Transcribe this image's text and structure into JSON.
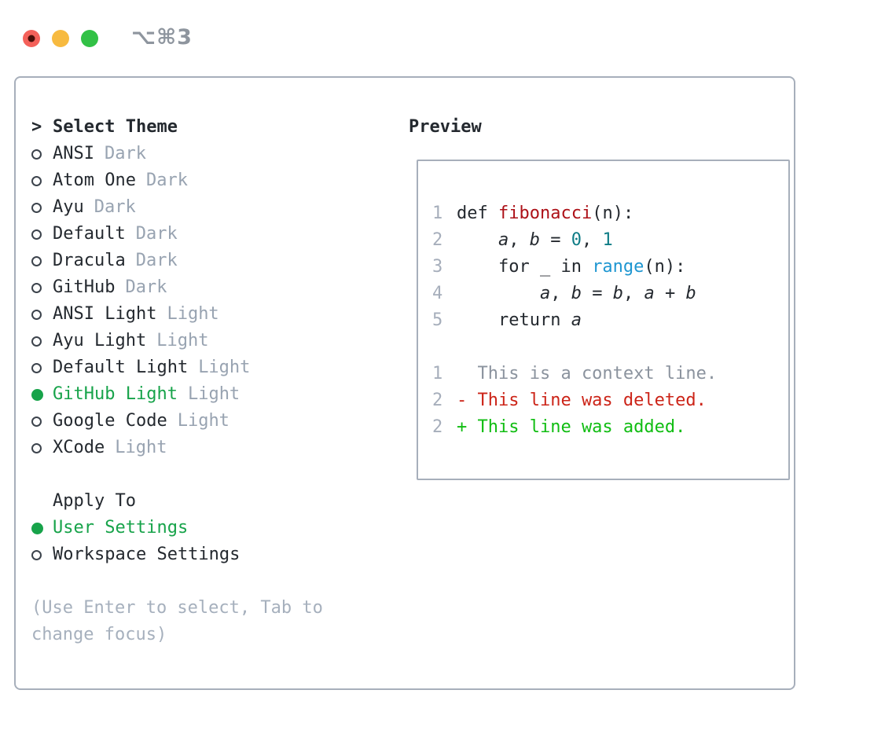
{
  "window": {
    "title": "⌥⌘3",
    "traffic_lights": [
      {
        "name": "close",
        "has_dot": true
      },
      {
        "name": "minimize",
        "has_dot": false
      },
      {
        "name": "zoom",
        "has_dot": false
      }
    ]
  },
  "theme_picker": {
    "prompt": ">",
    "header": "Select Theme",
    "options": [
      {
        "label": "ANSI",
        "tag": "Dark",
        "selected": false
      },
      {
        "label": "Atom One",
        "tag": "Dark",
        "selected": false
      },
      {
        "label": "Ayu",
        "tag": "Dark",
        "selected": false
      },
      {
        "label": "Default",
        "tag": "Dark",
        "selected": false
      },
      {
        "label": "Dracula",
        "tag": "Dark",
        "selected": false
      },
      {
        "label": "GitHub",
        "tag": "Dark",
        "selected": false
      },
      {
        "label": "ANSI Light",
        "tag": "Light",
        "selected": false
      },
      {
        "label": "Ayu Light",
        "tag": "Light",
        "selected": false
      },
      {
        "label": "Default Light",
        "tag": "Light",
        "selected": false
      },
      {
        "label": "GitHub Light",
        "tag": "Light",
        "selected": true
      },
      {
        "label": "Google Code",
        "tag": "Light",
        "selected": false
      },
      {
        "label": "XCode",
        "tag": "Light",
        "selected": false
      }
    ]
  },
  "apply_to": {
    "header": "Apply To",
    "options": [
      {
        "label": "User Settings",
        "selected": true
      },
      {
        "label": "Workspace Settings",
        "selected": false
      }
    ]
  },
  "hint": "(Use Enter to select, Tab to change focus)",
  "preview": {
    "label": "Preview",
    "lines": [
      {
        "num": "1",
        "tokens": [
          {
            "text": "def ",
            "style": "plain"
          },
          {
            "text": "fibonacci",
            "style": "function"
          },
          {
            "text": "(n):",
            "style": "plain"
          }
        ]
      },
      {
        "num": "2",
        "tokens": [
          {
            "text": "    ",
            "style": "plain"
          },
          {
            "text": "a",
            "style": "variable"
          },
          {
            "text": ", ",
            "style": "plain"
          },
          {
            "text": "b",
            "style": "variable"
          },
          {
            "text": " = ",
            "style": "plain"
          },
          {
            "text": "0",
            "style": "number"
          },
          {
            "text": ", ",
            "style": "plain"
          },
          {
            "text": "1",
            "style": "number"
          }
        ]
      },
      {
        "num": "3",
        "tokens": [
          {
            "text": "    for _ in ",
            "style": "plain"
          },
          {
            "text": "range",
            "style": "builtin"
          },
          {
            "text": "(n):",
            "style": "plain"
          }
        ]
      },
      {
        "num": "4",
        "tokens": [
          {
            "text": "        ",
            "style": "plain"
          },
          {
            "text": "a",
            "style": "variable"
          },
          {
            "text": ", ",
            "style": "plain"
          },
          {
            "text": "b",
            "style": "variable"
          },
          {
            "text": " = ",
            "style": "plain"
          },
          {
            "text": "b",
            "style": "variable"
          },
          {
            "text": ", ",
            "style": "plain"
          },
          {
            "text": "a",
            "style": "variable"
          },
          {
            "text": " + ",
            "style": "plain"
          },
          {
            "text": "b",
            "style": "variable"
          }
        ]
      },
      {
        "num": "5",
        "tokens": [
          {
            "text": "    return ",
            "style": "plain"
          },
          {
            "text": "a",
            "style": "variable"
          }
        ]
      },
      {
        "num": "",
        "tokens": []
      },
      {
        "num": "1",
        "tokens": [
          {
            "text": "  This is a context line.",
            "style": "context"
          }
        ]
      },
      {
        "num": "2",
        "tokens": [
          {
            "text": "- This line was deleted.",
            "style": "deleted"
          }
        ]
      },
      {
        "num": "2",
        "tokens": [
          {
            "text": "+ This line was added.",
            "style": "added"
          }
        ]
      }
    ]
  },
  "colors": {
    "text_dark": "#24292f",
    "tag_gray": "#98a3b1",
    "hint_gray": "#a6b0bd",
    "border_gray": "#a7afbb",
    "selected_green": "#17a34a",
    "function_red": "#ad1118",
    "number_teal": "#0e7c86",
    "builtin_blue": "#1e96d1",
    "context_gray": "#8b939e",
    "deleted_red": "#cc2418",
    "added_green": "#10bd12",
    "line_number_gray": "#a6aebb",
    "traffic_red": "#f4615a",
    "traffic_red_dot": "#4a0f09",
    "traffic_yellow": "#f7ba40",
    "traffic_green": "#32c146"
  }
}
